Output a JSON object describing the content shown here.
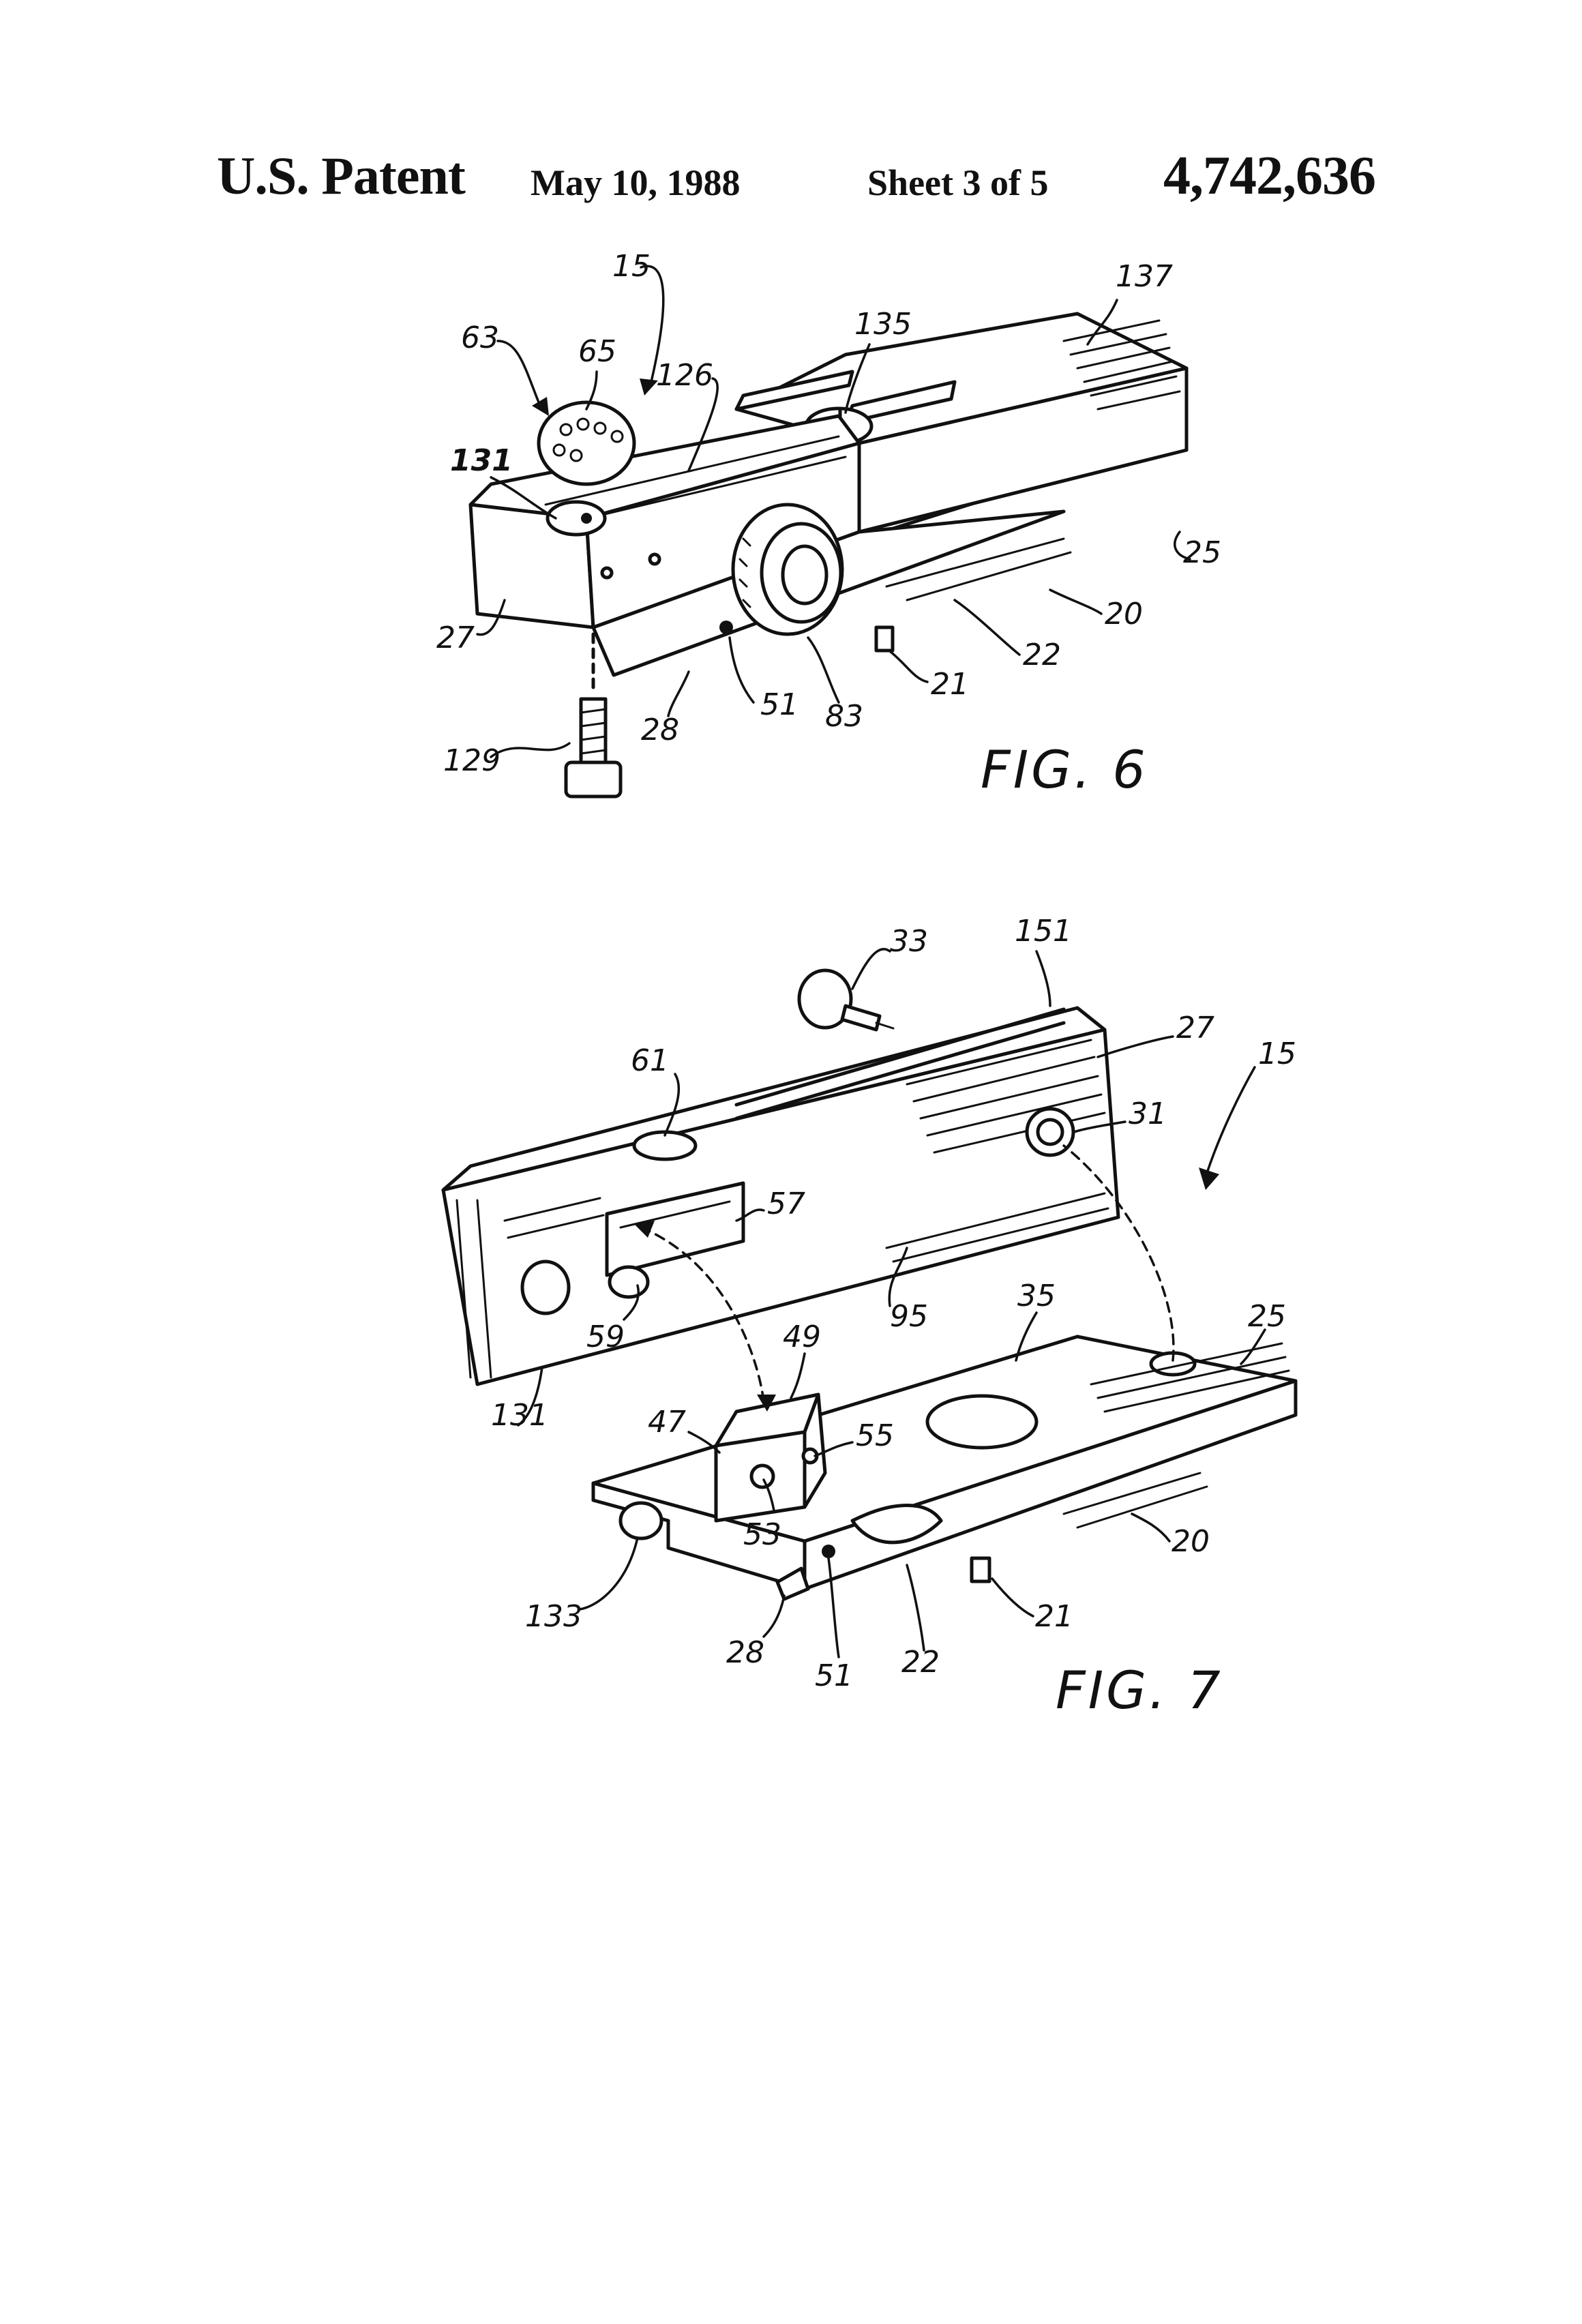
{
  "header": {
    "left": "U.S. Patent",
    "date": "May 10, 1988",
    "sheet": "Sheet 3 of 5",
    "number": "4,742,636"
  },
  "fig6": {
    "label": "FIG. 6",
    "refs": [
      "15",
      "137",
      "63",
      "65",
      "126",
      "135",
      "131",
      "25",
      "27",
      "20",
      "22",
      "21",
      "51",
      "83",
      "28",
      "129"
    ]
  },
  "fig7": {
    "label": "FIG. 7",
    "refs": [
      "33",
      "151",
      "27",
      "61",
      "15",
      "31",
      "57",
      "95",
      "59",
      "35",
      "25",
      "49",
      "131",
      "47",
      "55",
      "53",
      "20",
      "133",
      "21",
      "28",
      "51",
      "22"
    ]
  }
}
